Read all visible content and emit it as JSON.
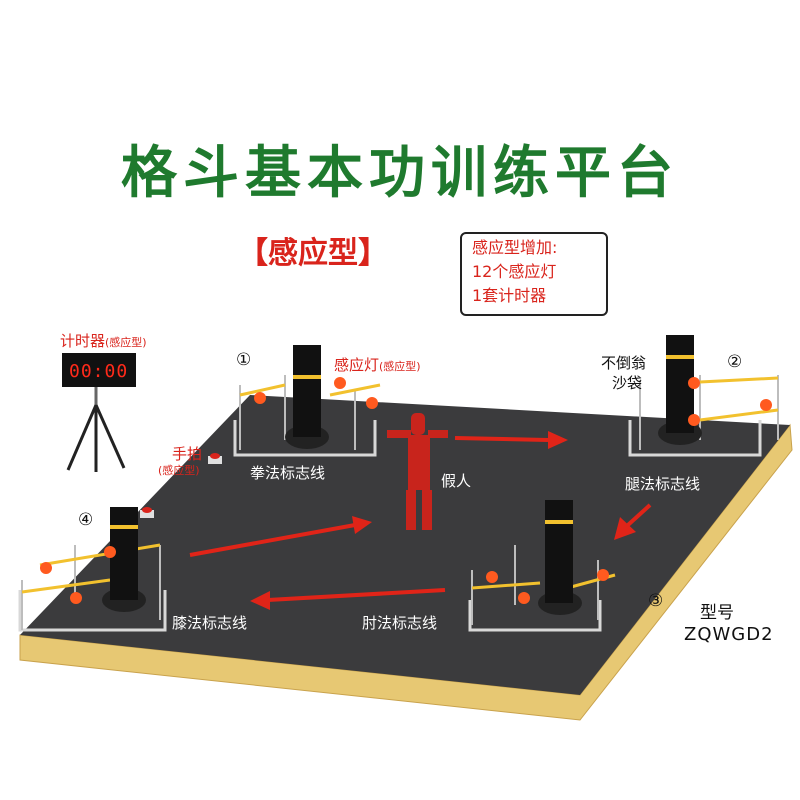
{
  "title": "格斗基本功训练平台",
  "subtitle": "【感应型】",
  "info_box": {
    "line1": "感应型增加:",
    "line2": "12个感应灯",
    "line3": "1套计时器"
  },
  "timer": {
    "label": "计时器",
    "label_note": "(感应型)",
    "display": "00:00"
  },
  "hand_pad": {
    "label": "手拍",
    "note": "(感应型)"
  },
  "sensor_light": {
    "label": "感应灯",
    "note": "(感应型)"
  },
  "tumbler_bag": {
    "line1": "不倒翁",
    "line2": "沙袋"
  },
  "dummy_label": "假人",
  "zones": {
    "punch": "拳法标志线",
    "kick": "腿法标志线",
    "elbow": "肘法标志线",
    "knee": "膝法标志线"
  },
  "station_numbers": [
    "①",
    "②",
    "③",
    "④"
  ],
  "model": {
    "label": "型号",
    "code": "ZQWGD2"
  },
  "colors": {
    "title": "#1f7a2e",
    "accent_red": "#d9241c",
    "floor": "#3b3b3d",
    "floor_edge": "#e7c873",
    "bag_band": "#f2c12e"
  }
}
